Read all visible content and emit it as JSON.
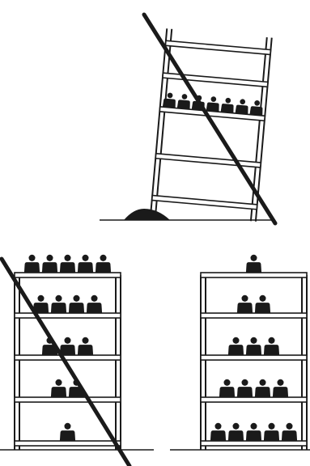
{
  "colors": {
    "ink": "#1a1a1a",
    "paper": "#ffffff"
  },
  "icons": {
    "weight": "kettlebell-weight-icon",
    "prohibited": "strike-through-slash-icon"
  },
  "panels": [
    {
      "name": "tipping-overloaded-shelf",
      "status": "incorrect",
      "description_code": "overloaded-top-shelf-tips-over",
      "weights_per_level_bottom_to_top": [
        0,
        0,
        7,
        0
      ]
    },
    {
      "name": "top-heavy-shelf",
      "status": "incorrect",
      "description_code": "heavier-load-on-top",
      "weights_per_level_bottom_to_top": [
        1,
        2,
        3,
        4,
        5
      ]
    },
    {
      "name": "bottom-heavy-shelf",
      "status": "correct",
      "description_code": "heavier-load-on-bottom",
      "weights_per_level_bottom_to_top": [
        5,
        4,
        3,
        2,
        1
      ]
    }
  ]
}
